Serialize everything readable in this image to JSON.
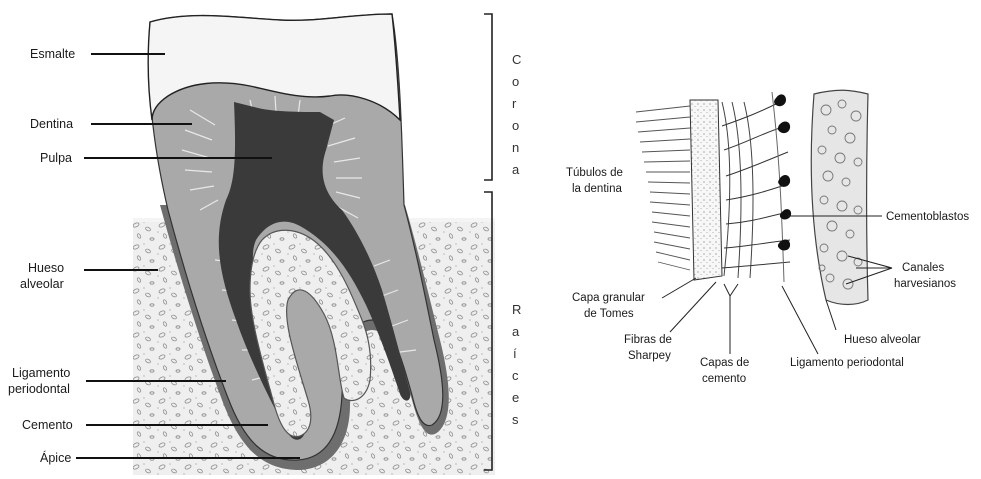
{
  "left_diagram": {
    "labels": {
      "esmalte": "Esmalte",
      "dentina": "Dentina",
      "pulpa": "Pulpa",
      "hueso_alveolar_1": "Hueso",
      "hueso_alveolar_2": "alveolar",
      "ligamento_1": "Ligamento",
      "ligamento_2": "periodontal",
      "cemento": "Cemento",
      "apice": "Ápice"
    },
    "corona_letters": [
      "C",
      "o",
      "r",
      "o",
      "n",
      "a"
    ],
    "raices_letters": [
      "R",
      "a",
      "í",
      "c",
      "e",
      "s"
    ]
  },
  "right_diagram": {
    "labels": {
      "tubulos_1": "Túbulos de",
      "tubulos_2": "la dentina",
      "cementoblastos": "Cementoblastos",
      "canales_1": "Canales",
      "canales_2": "harvesianos",
      "capa_granular_1": "Capa granular",
      "capa_granular_2": "de Tomes",
      "fibras_1": "Fibras de",
      "fibras_2": "Sharpey",
      "capas_1": "Capas de",
      "capas_2": "cemento",
      "ligamento": "Ligamento periodontal",
      "hueso": "Hueso alveolar"
    }
  },
  "colors": {
    "enamel": "#f4f4f4",
    "dentin": "#a9a9a9",
    "pulp": "#3a3a3a",
    "cementum": "#6e6e6e",
    "bone": "#ededed"
  }
}
